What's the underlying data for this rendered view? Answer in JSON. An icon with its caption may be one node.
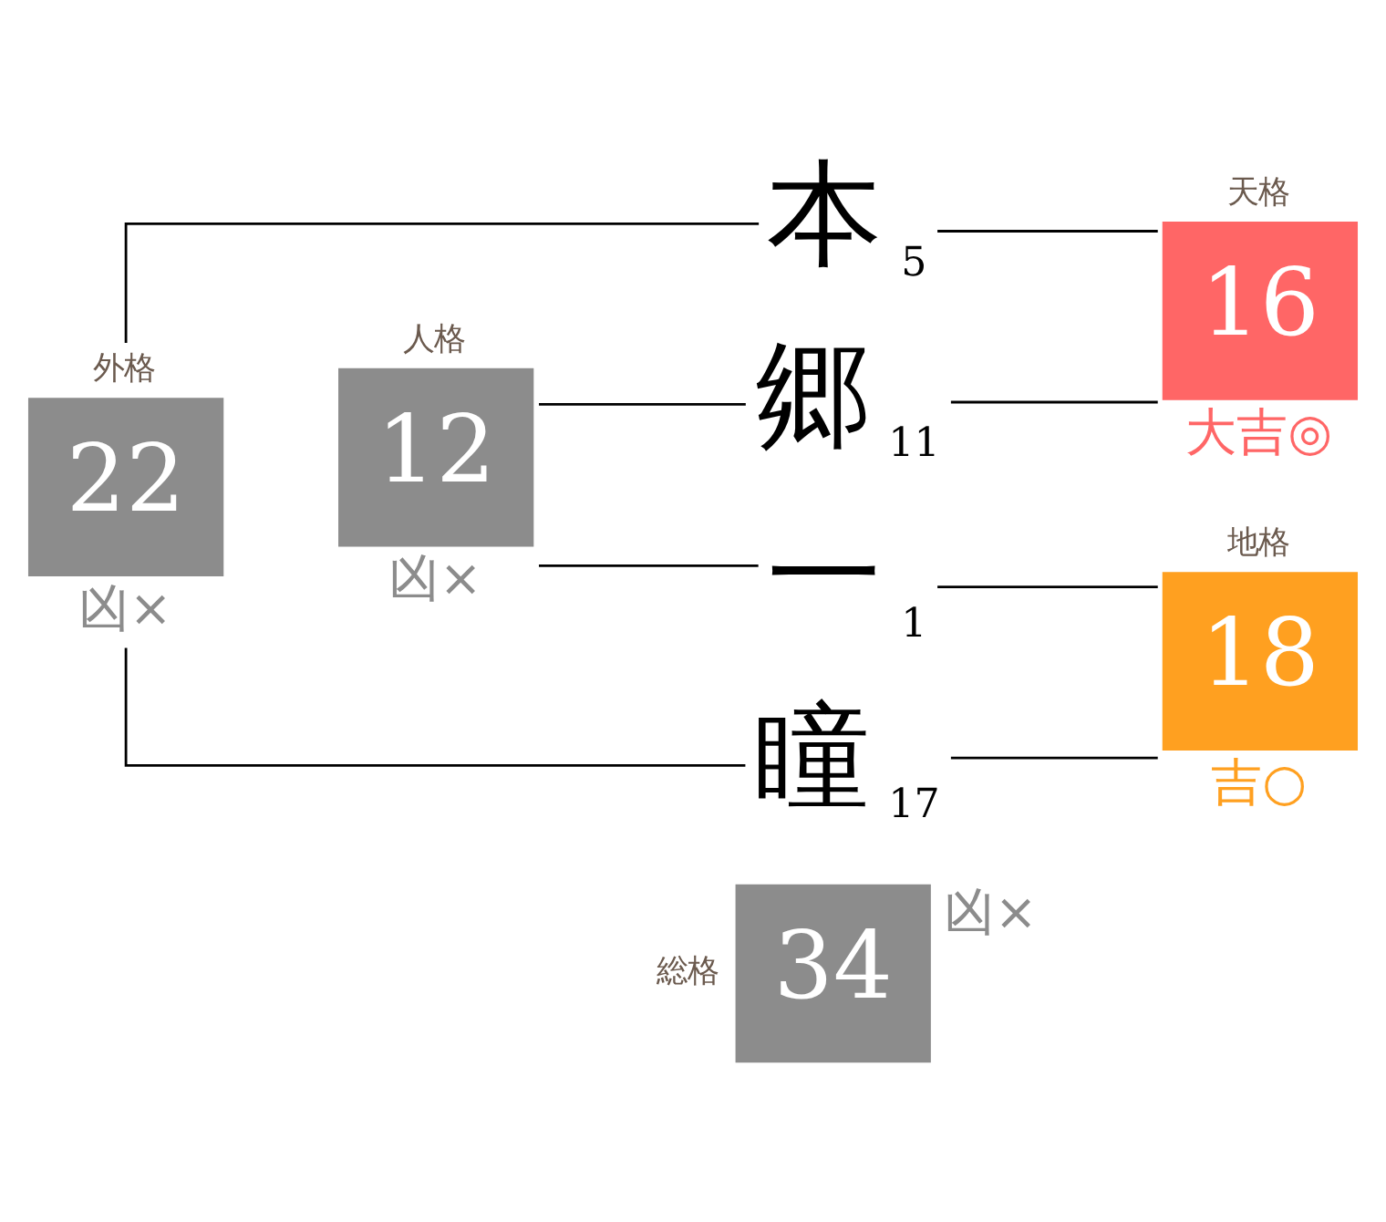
{
  "diagram": {
    "nodes": [
      {
        "text": [
          "外格",
          "22"
        ],
        "beside": [
          "凶×"
        ]
      },
      {
        "text": [
          "本"
        ],
        "beside": [
          "5"
        ]
      },
      {
        "text": [
          "天格",
          "16"
        ],
        "beside": [
          "大吉◎"
        ]
      },
      {
        "text": [
          "郷"
        ],
        "beside": [
          "11"
        ]
      },
      {
        "text": [
          "人格",
          "12"
        ],
        "beside": [
          "凶×"
        ]
      },
      {
        "text": [
          "一"
        ],
        "beside": [
          "1"
        ]
      },
      {
        "text": [
          "地格",
          "18"
        ],
        "beside": [
          "吉○"
        ]
      },
      {
        "text": [
          "瞳"
        ],
        "beside": [
          "17"
        ]
      },
      {
        "text": [
          "総格",
          "34"
        ],
        "beside": [
          "凶×"
        ]
      }
    ],
    "edges": [
      {
        "from": 0,
        "to": 1,
        "arrow": "none"
      },
      {
        "from": 0,
        "to": 7,
        "arrow": "none"
      },
      {
        "from": 4,
        "to": 3,
        "arrow": "none"
      },
      {
        "from": 4,
        "to": 5,
        "arrow": "none"
      },
      {
        "from": 1,
        "to": 2,
        "arrow": "none"
      },
      {
        "from": 3,
        "to": 2,
        "arrow": "none"
      },
      {
        "from": 5,
        "to": 6,
        "arrow": "none"
      },
      {
        "from": 7,
        "to": 6,
        "arrow": "none"
      }
    ]
  }
}
